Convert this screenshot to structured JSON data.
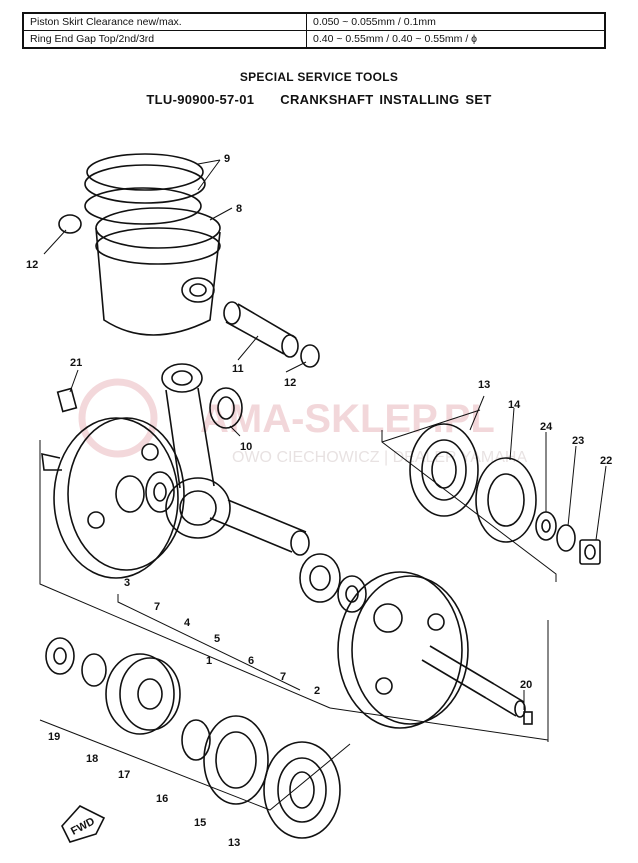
{
  "spec_table": {
    "rows": [
      {
        "label": "Piston Skirt Clearance new/max.",
        "value": "0.050 ~ 0.055mm / 0.1mm"
      },
      {
        "label": "Ring End Gap Top/2nd/3rd",
        "value": "0.40 ~ 0.55mm / 0.40 ~ 0.55mm / ϕ"
      }
    ]
  },
  "headings": {
    "section": "SPECIAL SERVICE TOOLS",
    "tool_number": "TLU-90900-57-01",
    "tool_name": "CRANKSHAFT INSTALLING SET"
  },
  "watermark": {
    "brand": "AMA-SKLEP.PL",
    "sub": "OWO CIECHOWICZ | DEALER YAMAHA"
  },
  "fwd_label": "FWD",
  "callouts": [
    "9",
    "8",
    "12",
    "11",
    "12",
    "21",
    "10",
    "13",
    "14",
    "24",
    "23",
    "22",
    "3",
    "7",
    "4",
    "5",
    "6",
    "1",
    "7",
    "2",
    "20",
    "19",
    "18",
    "17",
    "16",
    "15",
    "13"
  ],
  "colors": {
    "ink": "#111111",
    "watermark": "#e8b8bc"
  }
}
